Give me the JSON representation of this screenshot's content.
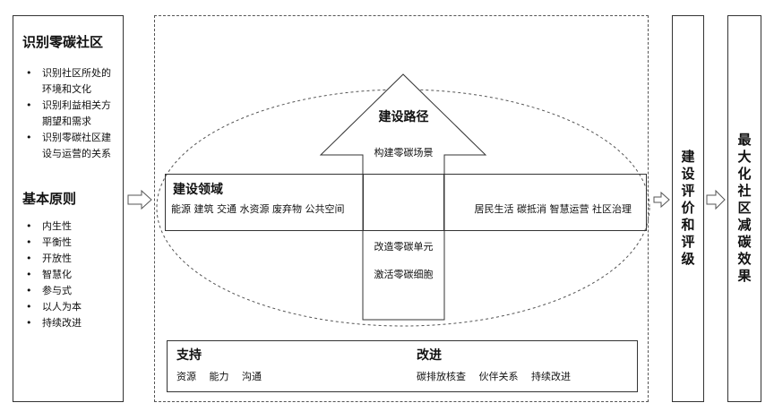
{
  "left_panel": {
    "section1_title": "识别零碳社区",
    "section1_items": [
      "识别社区所处的环境和文化",
      "识别利益相关方期望和需求",
      "识别零碳社区建设与运营的关系"
    ],
    "section2_title": "基本原则",
    "section2_items": [
      "内生性",
      "平衡性",
      "开放性",
      "智慧化",
      "参与式",
      "以人为本",
      "持续改进"
    ]
  },
  "center": {
    "path_title": "建设路径",
    "path_step1": "构建零碳场景",
    "path_step2": "改造零碳单元",
    "path_step3": "激活零碳细胞",
    "domain_title": "建设领域",
    "domain_left": "能源 建筑 交通 水资源 废弃物 公共空间",
    "domain_right": "居民生活 碳抵消 智慧运营 社区治理"
  },
  "bottom": {
    "support_title": "支持",
    "support_items": "资源　 能力　 沟通",
    "improve_title": "改进",
    "improve_items": "碳排放核查　 伙伴关系　 持续改进"
  },
  "evaluation": {
    "label": "建设评价和评级"
  },
  "result": {
    "label": "最大化社区减碳效果"
  },
  "colors": {
    "stroke": "#333333",
    "dash": "#555555"
  }
}
